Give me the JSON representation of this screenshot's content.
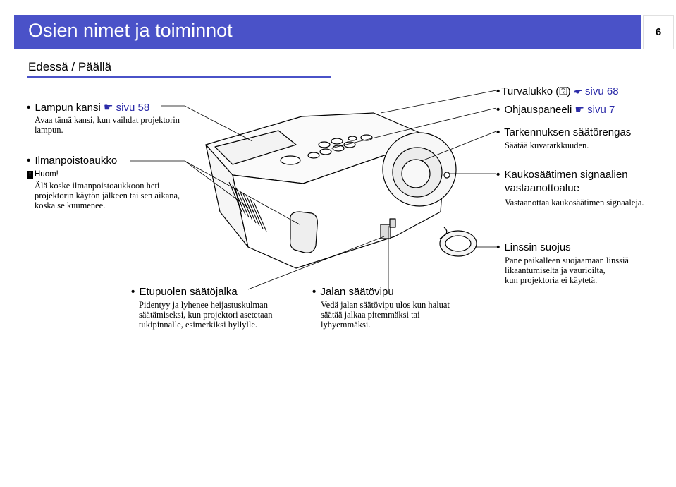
{
  "header": {
    "title": "Osien nimet ja toiminnot",
    "page_number": "6"
  },
  "section": {
    "title": "Edessä / Päällä"
  },
  "bullet": "•",
  "pointer_icon": "☛",
  "items": {
    "lamp_cover": {
      "name": "Lampun kansi",
      "ref": "sivu 58",
      "desc_lines": [
        "Avaa tämä kansi, kun vaihdat projektorin",
        "lampun."
      ]
    },
    "air_exhaust": {
      "name": "Ilmanpoistoaukko",
      "note_label": "Huom!",
      "note_icon": "!",
      "note_lines": [
        "Älä koske ilmanpoistoaukkoon heti",
        "projektorin käytön jälkeen tai sen aikana,",
        "koska se kuumenee."
      ]
    },
    "security_slot": {
      "name": "Turvalukko (",
      "symbol": "⚿",
      "name_end": ")",
      "ref": "sivu 68"
    },
    "control_panel": {
      "name": "Ohjauspaneeli",
      "ref": "sivu 7"
    },
    "focus_ring": {
      "name": "Tarkennuksen säätörengas",
      "desc": "Säätää kuvatarkkuuden."
    },
    "remote_receiver": {
      "name_lines": [
        "Kaukosäätimen signaalien",
        "vastaanottoalue"
      ],
      "desc": "Vastaanottaa kaukosäätimen signaaleja."
    },
    "lens_cover": {
      "name": "Linssin suojus",
      "desc_lines": [
        "Pane paikalleen suojaamaan linssiä",
        "likaantumiselta ja vaurioilta,",
        "kun projektoria ei käytetä."
      ]
    },
    "front_foot": {
      "name": "Etupuolen säätöjalka",
      "desc_lines": [
        "Pidentyy ja lyhenee heijastuskulman",
        "säätämiseksi, kun projektori asetetaan",
        "tukipinnalle, esimerkiksi hyllylle."
      ]
    },
    "foot_lever": {
      "name": "Jalan säätövipu",
      "desc_lines": [
        "Vedä jalan säätövipu ulos kun haluat",
        "säätää jalkaa pitemmäksi tai",
        "lyhyemmäksi."
      ]
    }
  },
  "colors": {
    "header_bg": "#4a52c8",
    "link": "#2b2ba8"
  }
}
